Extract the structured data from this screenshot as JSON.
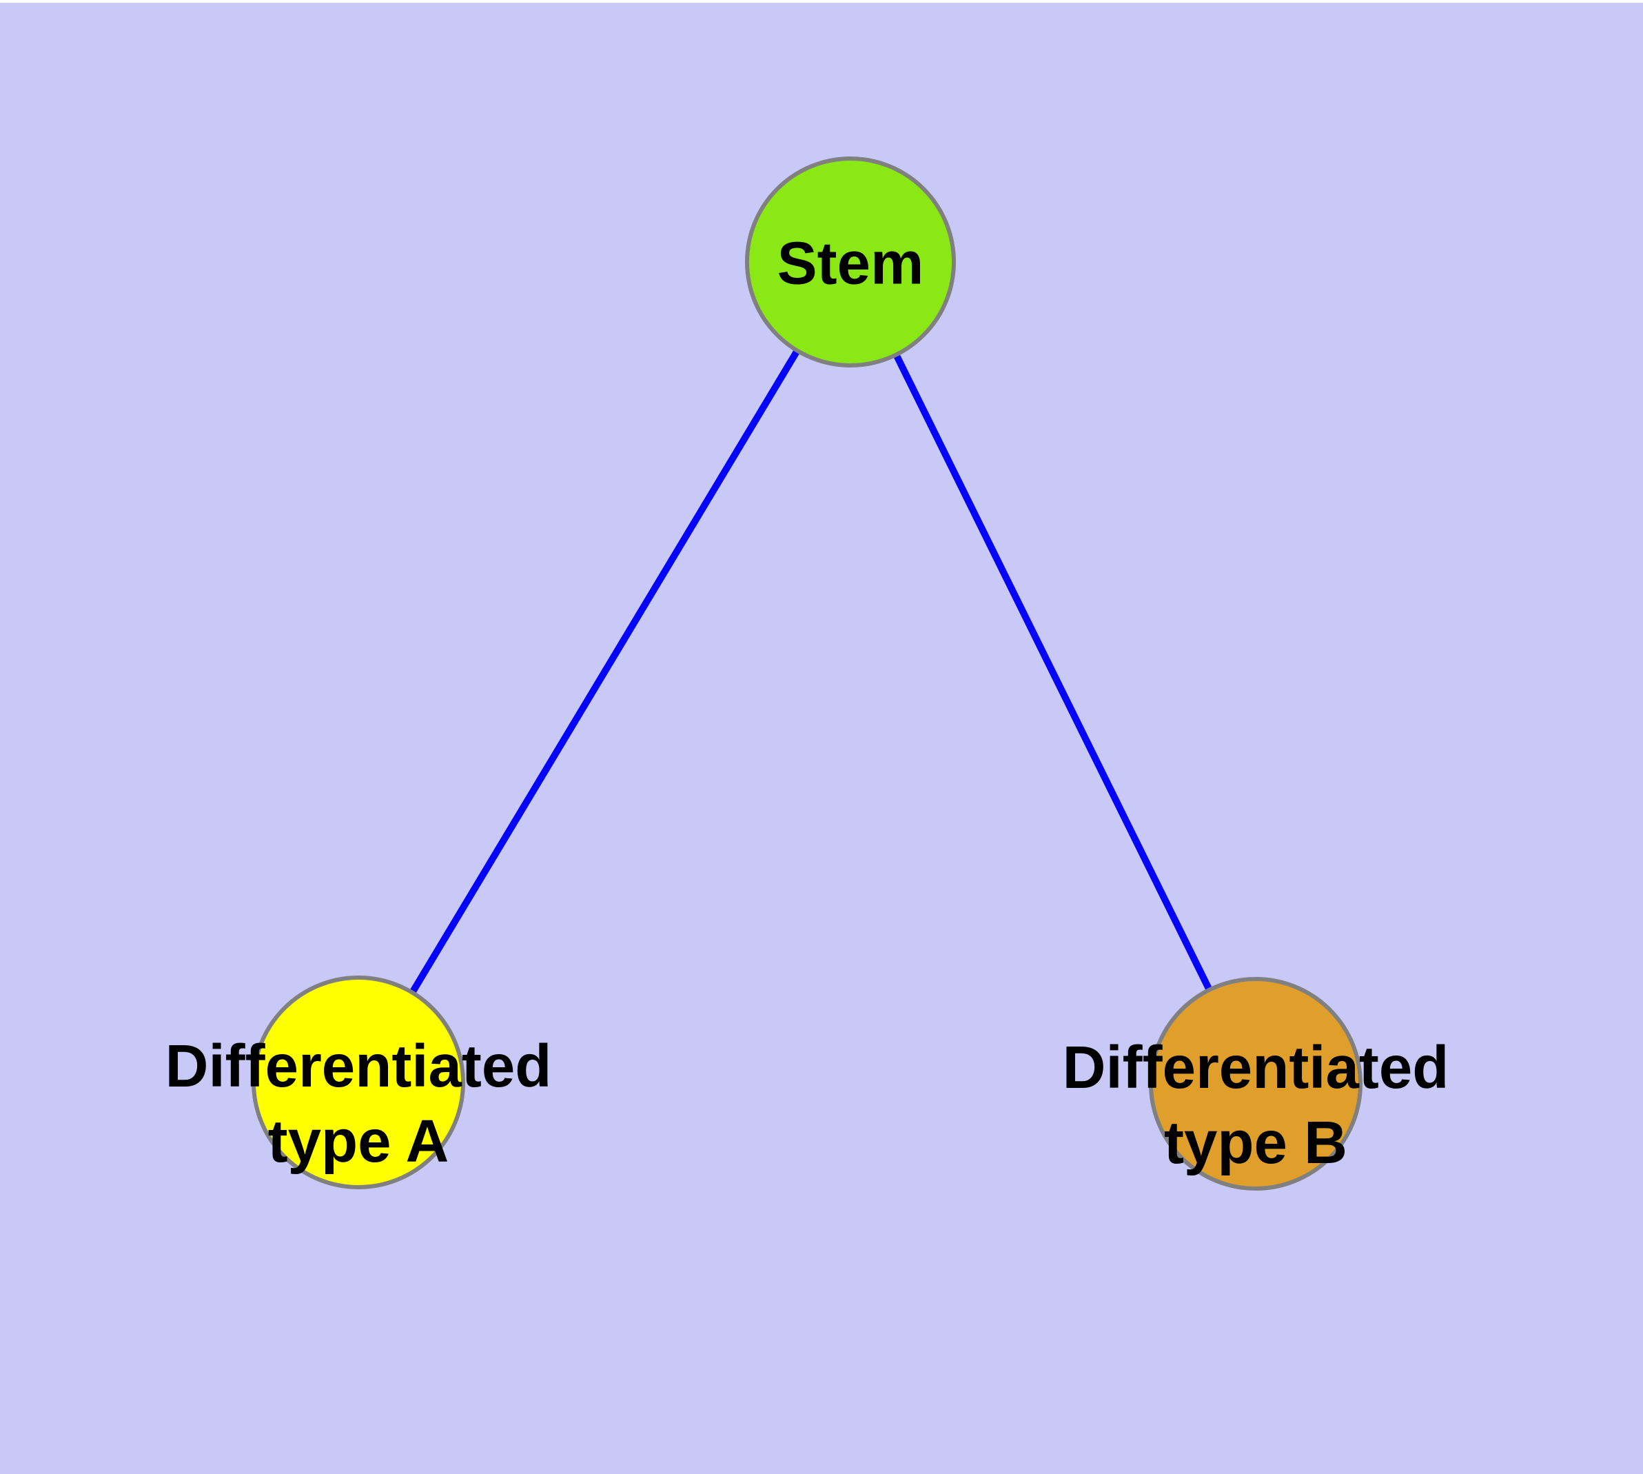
{
  "canvas": {
    "background": "#c9c9f7",
    "top_strip_color": "#fdfdfd"
  },
  "edges": {
    "color": "#0404fc",
    "items": [
      {
        "from": "Stem",
        "to": "Differentiated type A"
      },
      {
        "from": "Stem",
        "to": "Differentiated type B"
      }
    ]
  },
  "nodes": {
    "stem": {
      "label": "Stem",
      "fill": "#8ae814",
      "border": "#808080"
    },
    "type_a": {
      "label_line1": "Differentiated",
      "label_line2": "type A",
      "fill": "#ffff00",
      "border": "#808080"
    },
    "type_b": {
      "label_line1": "Differentiated",
      "label_line2": "type B",
      "fill": "#e09e2a",
      "border": "#808080"
    }
  }
}
